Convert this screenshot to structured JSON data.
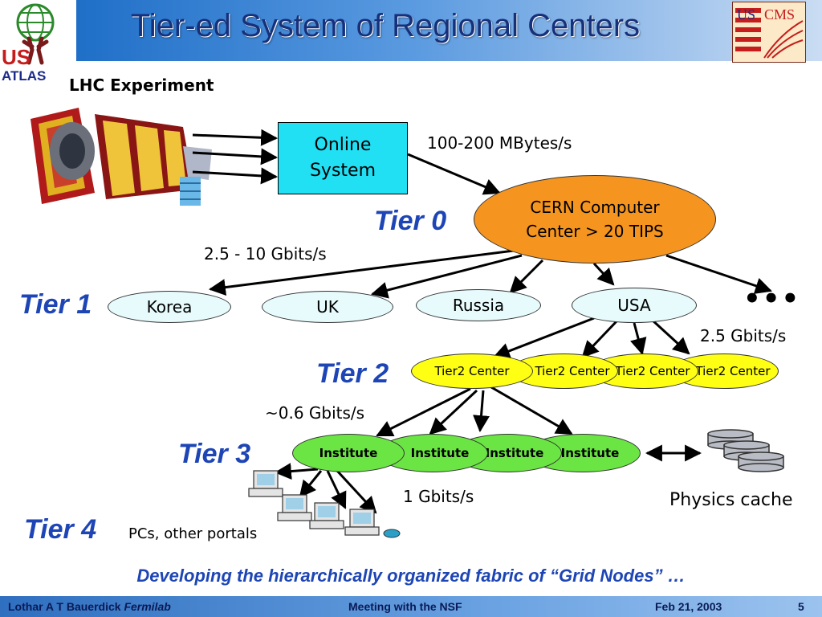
{
  "header": {
    "title": "Tier-ed System of Regional Centers",
    "left_logo_text": "US ATLAS",
    "right_logo_text": "US CMS"
  },
  "diagram": {
    "experiment_label": "LHC Experiment",
    "online_system": [
      "Online",
      "System"
    ],
    "rate_online_to_cern": "100-200 MBytes/s",
    "cern_center": [
      "CERN Computer",
      "Center > 20 TIPS"
    ],
    "tier0_label": "Tier 0",
    "rate_cern_to_tier1": "2.5 - 10 Gbits/s",
    "tier1_label": "Tier 1",
    "tier1_nodes": [
      "Korea",
      "UK",
      "Russia",
      "USA"
    ],
    "tier1_more": "•••",
    "rate_usa_to_tier2": "2.5 Gbits/s",
    "tier2_label": "Tier 2",
    "tier2_nodes": [
      "Tier2 Center",
      "Tier2 Center",
      "Tier2 Center",
      "Tier2 Center"
    ],
    "rate_tier2_to_tier3": "~0.6 Gbits/s",
    "tier3_label": "Tier 3",
    "tier3_nodes": [
      "Institute",
      "Institute",
      "Institute",
      "Institute"
    ],
    "rate_tier3_to_tier4": "1 Gbits/s",
    "physics_cache_label": "Physics cache",
    "tier4_label": "Tier 4",
    "tier4_desc": "PCs, other portals",
    "tagline": "Developing the hierarchically organized fabric of “Grid Nodes” …"
  },
  "footer": {
    "author": "Lothar A T Bauerdick",
    "affiliation": "Fermilab",
    "event": "Meeting with the NSF",
    "date": "Feb 21, 2003",
    "page": "5"
  },
  "colors": {
    "title_blue": "#17307a",
    "tier_label_blue": "#1d45b5",
    "online_system": "#22e0f4",
    "cern_center": "#f59520",
    "tier1": "#e7fbfd",
    "tier2": "#ffff14",
    "tier3": "#6be544"
  },
  "icons": [
    "atlas-logo",
    "cms-logo",
    "detector-image",
    "pc-icon",
    "disk-icon"
  ]
}
